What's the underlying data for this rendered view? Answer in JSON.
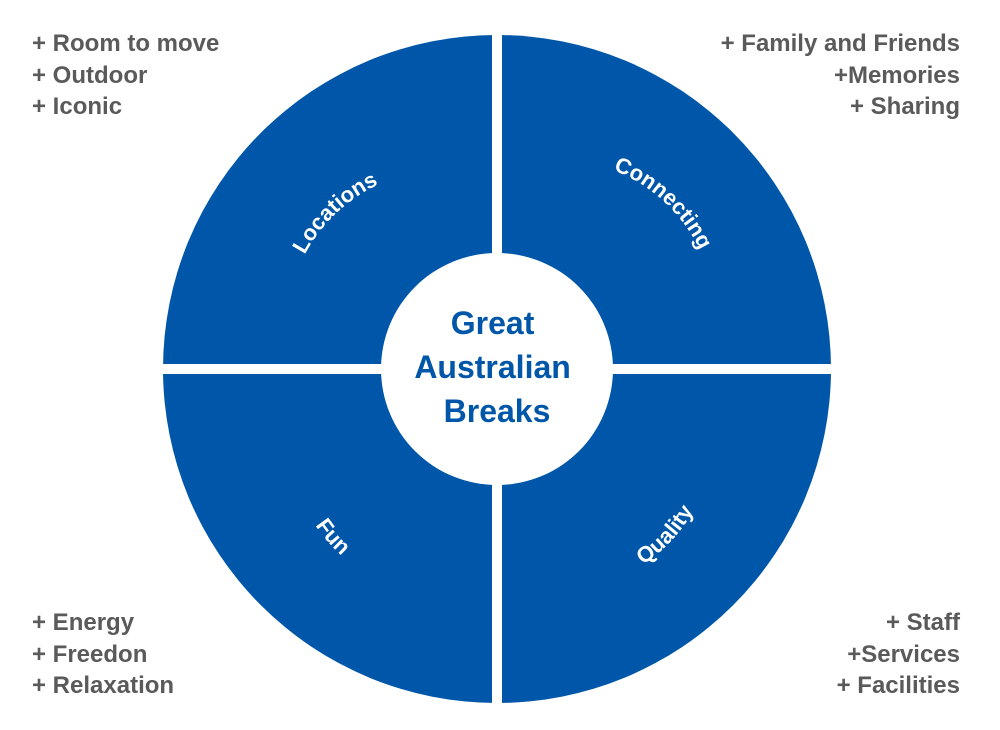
{
  "colors": {
    "segment": "#0056a8",
    "divider": "#ffffff",
    "center_text": "#0056a8",
    "notes_text": "#5a5a5a"
  },
  "center": {
    "lines": [
      "Great",
      "Australian",
      "Breaks"
    ]
  },
  "segments": [
    {
      "id": "locations",
      "label": "Locations",
      "notes": [
        "+ Room to move",
        "+ Outdoor",
        "+ Iconic"
      ]
    },
    {
      "id": "connecting",
      "label": "Connecting",
      "notes": [
        "+ Family and Friends",
        "+Memories",
        "+ Sharing"
      ]
    },
    {
      "id": "fun",
      "label": "Fun",
      "notes": [
        "+ Energy",
        "+ Freedon",
        "+ Relaxation"
      ]
    },
    {
      "id": "quality",
      "label": "Quality",
      "notes": [
        "+ Staff",
        "+Services",
        "+ Facilities"
      ]
    }
  ]
}
